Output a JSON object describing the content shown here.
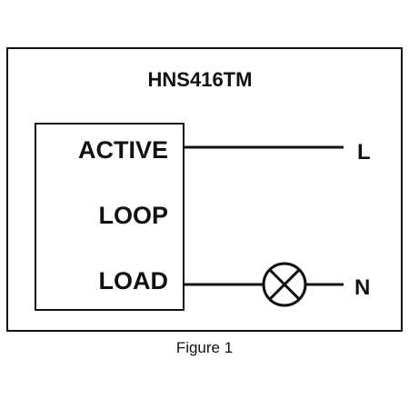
{
  "diagram": {
    "model": "HNS416TM",
    "terminals": {
      "active": "ACTIVE",
      "loop": "LOOP",
      "load": "LOAD"
    },
    "supply": {
      "line": "L",
      "neutral": "N"
    },
    "caption": "Figure 1",
    "lamp_symbol": "lamp-icon"
  }
}
